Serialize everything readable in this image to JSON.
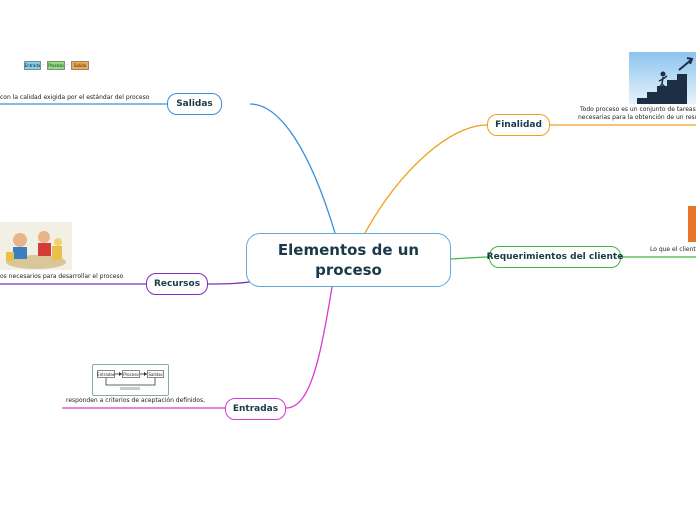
{
  "central": {
    "title": "Elementos de un proceso"
  },
  "branches": {
    "salidas": {
      "label": "Salidas",
      "note": "con la calidad exigida por el estándar del proceso",
      "color": "#3b8fd9"
    },
    "recursos": {
      "label": "Recursos",
      "note": "os necesarios para desarrollar el proceso",
      "color": "#7b2fbf"
    },
    "entradas": {
      "label": "Entradas",
      "note": "responden a criterios de aceptación definidos,",
      "color": "#d63ad6"
    },
    "finalidad": {
      "label": "Finalidad",
      "note_line1": "Todo proceso es un conjunto de tareas ele",
      "note_line2": "necesarias para la obtención de un result",
      "color": "#f0a020"
    },
    "requerimientos": {
      "label": "Requerimientos del cliente",
      "note": "Lo que el cliente",
      "color": "#3fb83f"
    }
  },
  "io_diagram": {
    "labels": [
      "Entrada",
      "Proceso",
      "Salida"
    ],
    "colors": [
      "#7fd3e8",
      "#8be07a",
      "#f4a84a"
    ]
  },
  "process_diagram": {
    "labels": [
      "Entradas",
      "Proceso",
      "Salidas"
    ]
  }
}
